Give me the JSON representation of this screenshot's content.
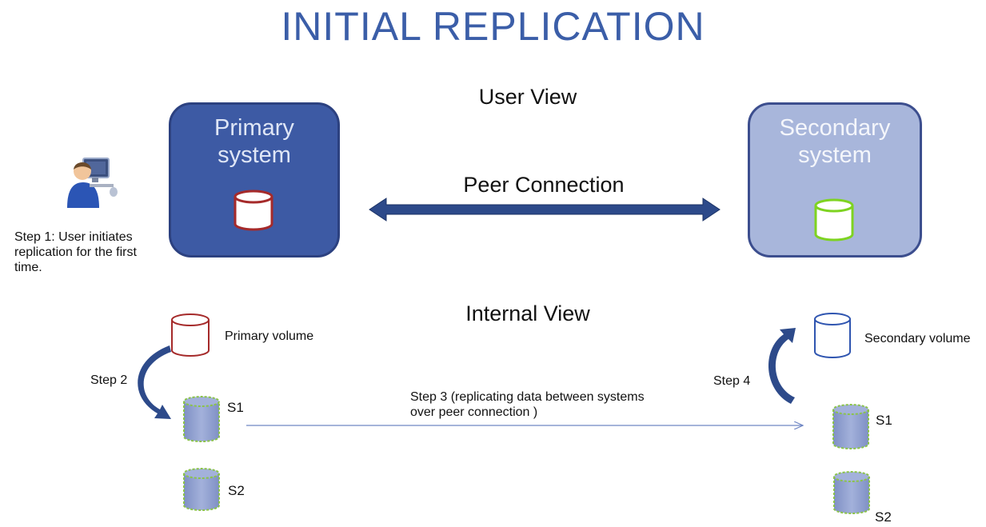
{
  "title": "INITIAL REPLICATION",
  "user_view": {
    "heading": "User View",
    "primary_system": {
      "line1": "Primary",
      "line2": "system"
    },
    "secondary_system": {
      "line1": "Secondary",
      "line2": "system"
    },
    "peer_connection": "Peer Connection",
    "step1": "Step 1: User initiates replication for the first time."
  },
  "internal_view": {
    "heading": "Internal View",
    "primary_volume": "Primary volume",
    "secondary_volume": "Secondary volume",
    "step2": "Step 2",
    "step3": "Step 3 (replicating data between systems over peer connection )",
    "step4": "Step 4",
    "left_snapshots": [
      "S1",
      "S2"
    ],
    "right_snapshots": [
      "S1",
      "S2"
    ]
  },
  "colors": {
    "title": "#3b5ea8",
    "primary_fill": "#3d5aa4",
    "secondary_fill": "#a8b6db",
    "primary_db": "#a52a2a",
    "secondary_db_user": "#7ed321",
    "secondary_db_internal": "#2f55b0",
    "snapshot_fill": "#8f9fcf",
    "snapshot_border": "#8bc34a",
    "arrow": "#2d4a8a"
  }
}
